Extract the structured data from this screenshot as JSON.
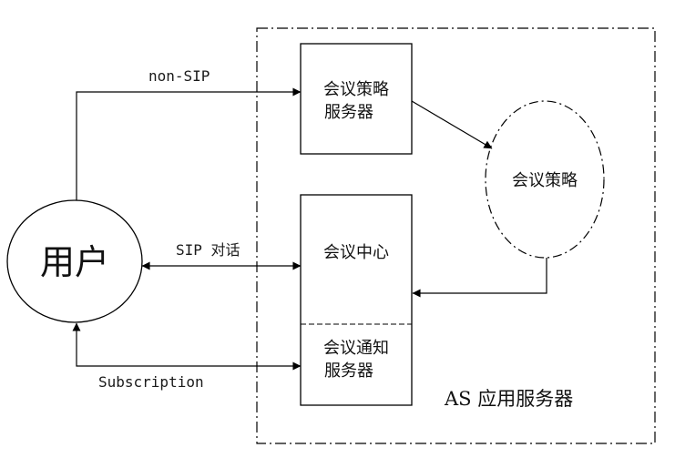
{
  "nodes": {
    "user": "用户",
    "policy_server_line1": "会议策略",
    "policy_server_line2": "服务器",
    "policy": "会议策略",
    "conference_center": "会议中心",
    "notify_server_line1": "会议通知",
    "notify_server_line2": "服务器",
    "as_server": "AS 应用服务器"
  },
  "edges": {
    "non_sip": "non-SIP",
    "sip_dialog": "SIP 对话",
    "subscription": "Subscription"
  }
}
